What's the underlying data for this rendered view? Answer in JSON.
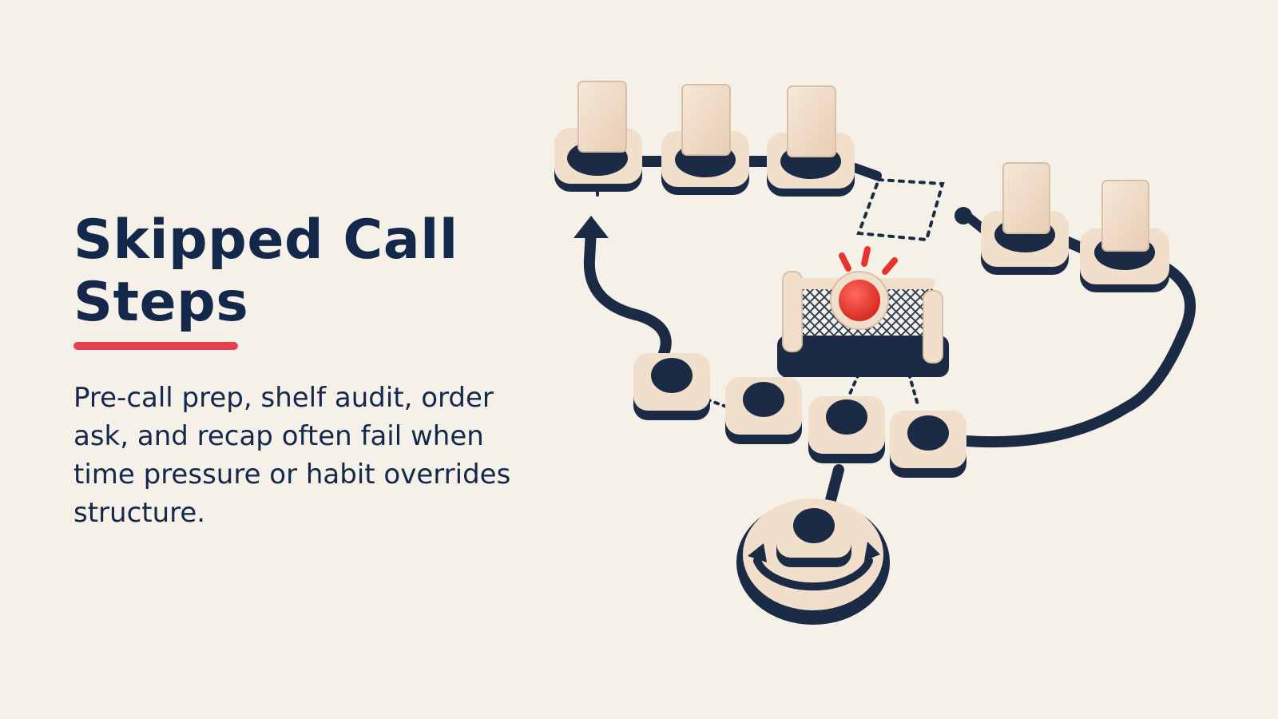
{
  "slide": {
    "title_line1": "Skipped Call",
    "title_line2": "Steps",
    "body": "Pre-call prep, shelf audit, order ask, and recap often fail when time pressure or habit overrides structure."
  },
  "colors": {
    "background": "#f5f0e8",
    "navy": "#1b2b45",
    "cream": "#f2dfcb",
    "accent_red": "#e5404f",
    "alarm_red": "#e8322c"
  },
  "icons": [
    "card-station-icon",
    "missing-step-icon",
    "alarm-button-icon",
    "net-barrier-icon",
    "button-node-icon",
    "cycle-arrow-icon",
    "path-arrow-icon"
  ]
}
